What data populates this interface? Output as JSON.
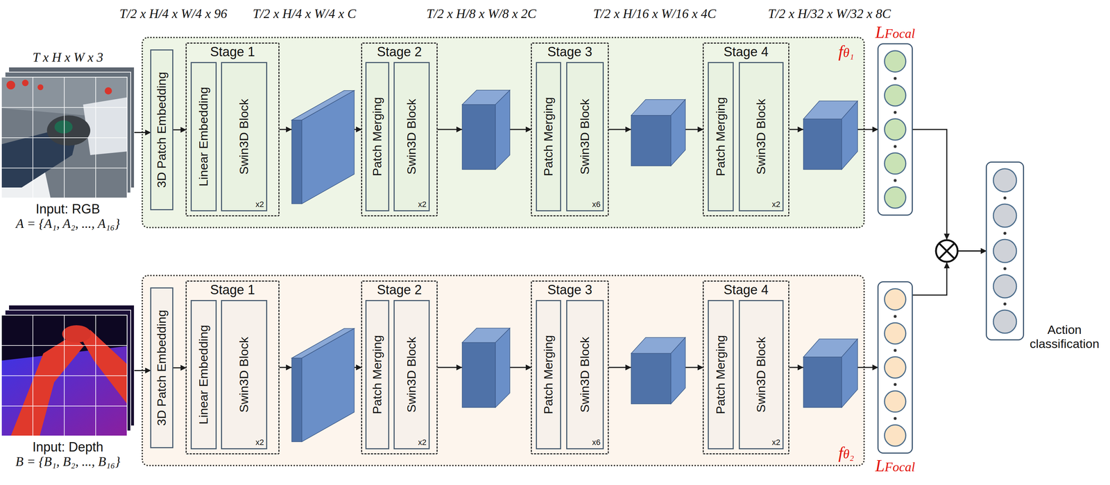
{
  "diagram": {
    "nodes": [
      {
        "text": [
          "T x H x W x 3",
          "Input: RGB",
          "A = {A₁, A₂, ..., A₁₆}"
        ]
      },
      {
        "text": [
          "fθ₁"
        ]
      },
      {
        "text": [
          "3D Patch Embedding"
        ],
        "in": 1
      },
      {
        "text": [
          "Stage 1"
        ],
        "in": 1
      },
      {
        "text": [
          "Linear Embedding"
        ],
        "in": 3
      },
      {
        "text": [
          "Swin3D Block",
          "x2"
        ],
        "in": 3
      },
      {
        "text": [
          "Stage 2"
        ],
        "in": 1
      },
      {
        "text": [
          "Patch Merging"
        ],
        "in": 6
      },
      {
        "text": [
          "Swin3D Block",
          "x2"
        ],
        "in": 6
      },
      {
        "text": [
          "Stage 3"
        ],
        "in": 1
      },
      {
        "text": [
          "Patch Merging"
        ],
        "in": 9
      },
      {
        "text": [
          "Swin3D Block",
          "x6"
        ],
        "in": 9
      },
      {
        "text": [
          "Stage 4"
        ],
        "in": 1
      },
      {
        "text": [
          "Patch Merging"
        ],
        "in": 12
      },
      {
        "text": [
          "Swin3D Block",
          "x2"
        ],
        "in": 12
      },
      {
        "text": [
          "LFocal"
        ]
      },
      {
        "text": [
          "Input: Depth",
          "B = {B₁, B₂, ..., B₁₆}"
        ]
      },
      {
        "text": [
          "fθ₂"
        ]
      },
      {
        "text": [
          "3D Patch Embedding"
        ],
        "in": 17
      },
      {
        "text": [
          "Stage 1"
        ],
        "in": 17
      },
      {
        "text": [
          "Linear Embedding"
        ],
        "in": 19
      },
      {
        "text": [
          "Swin3D Block",
          "x2"
        ],
        "in": 19
      },
      {
        "text": [
          "Stage 2"
        ],
        "in": 17
      },
      {
        "text": [
          "Patch Merging"
        ],
        "in": 22
      },
      {
        "text": [
          "Swin3D Block",
          "x2"
        ],
        "in": 22
      },
      {
        "text": [
          "Stage 3"
        ],
        "in": 17
      },
      {
        "text": [
          "Patch Merging"
        ],
        "in": 25
      },
      {
        "text": [
          "Swin3D Block",
          "x6"
        ],
        "in": 25
      },
      {
        "text": [
          "Stage 4"
        ],
        "in": 17
      },
      {
        "text": [
          "Patch Merging"
        ],
        "in": 28
      },
      {
        "text": [
          "Swin3D Block",
          "x2"
        ],
        "in": 28
      },
      {
        "text": [
          "LFocal"
        ]
      },
      {
        "text": [
          "Action classification"
        ]
      }
    ],
    "edges": [
      {
        "from": 0,
        "to": 2,
        "arrow": "to"
      },
      {
        "from": 2,
        "to": 3,
        "arrow": "to"
      },
      {
        "from": 3,
        "to": 6,
        "arrow": "to"
      },
      {
        "from": 6,
        "to": 9,
        "arrow": "to"
      },
      {
        "from": 9,
        "to": 12,
        "arrow": "to"
      },
      {
        "from": 12,
        "to": 15,
        "arrow": "to"
      },
      {
        "from": 15,
        "to": 32,
        "arrow": "to"
      },
      {
        "from": 16,
        "to": 18,
        "arrow": "to"
      },
      {
        "from": 18,
        "to": 19,
        "arrow": "to"
      },
      {
        "from": 19,
        "to": 22,
        "arrow": "to"
      },
      {
        "from": 22,
        "to": 25,
        "arrow": "to"
      },
      {
        "from": 25,
        "to": 28,
        "arrow": "to"
      },
      {
        "from": 28,
        "to": 31,
        "arrow": "to"
      },
      {
        "from": 31,
        "to": 32,
        "arrow": "to"
      }
    ],
    "labels": [
      "T/2 x H/4 x W/4 x 96",
      "T/2 x H/4 x W/4 x C",
      "T/2 x H/8 x W/8 x 2C",
      "T/2 x H/16 x W/16 x 4C",
      "T/2 x H/32 x W/32 x 8C"
    ]
  }
}
